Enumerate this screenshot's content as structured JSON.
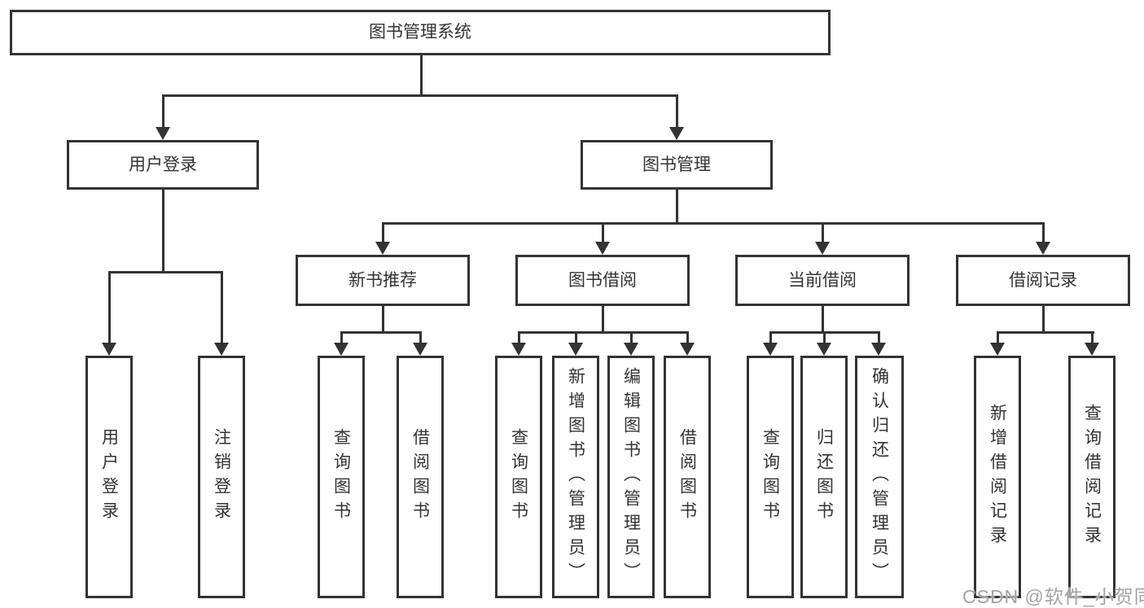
{
  "colors": {
    "line": "#333333",
    "text": "#333333",
    "background": "#ffffff",
    "watermark": "#a3a3a3"
  },
  "watermark": "CSDN @软件_小贺同学",
  "tree": {
    "root": {
      "label": "图书管理系统"
    },
    "branches": [
      {
        "label": "用户登录",
        "children": [
          {
            "label": "用户登录"
          },
          {
            "label": "注销登录"
          }
        ]
      },
      {
        "label": "图书管理",
        "children": [
          {
            "label": "新书推荐",
            "children": [
              {
                "label": "查询图书"
              },
              {
                "label": "借阅图书"
              }
            ]
          },
          {
            "label": "图书借阅",
            "children": [
              {
                "label": "查询图书"
              },
              {
                "label": "新增图书（管理员）"
              },
              {
                "label": "编辑图书（管理员）"
              },
              {
                "label": "借阅图书"
              }
            ]
          },
          {
            "label": "当前借阅",
            "children": [
              {
                "label": "查询图书"
              },
              {
                "label": "归还图书"
              },
              {
                "label": "确认归还（管理员）"
              }
            ]
          },
          {
            "label": "借阅记录",
            "children": [
              {
                "label": "新增借阅记录"
              },
              {
                "label": "查询借阅记录"
              }
            ]
          }
        ]
      }
    ]
  }
}
